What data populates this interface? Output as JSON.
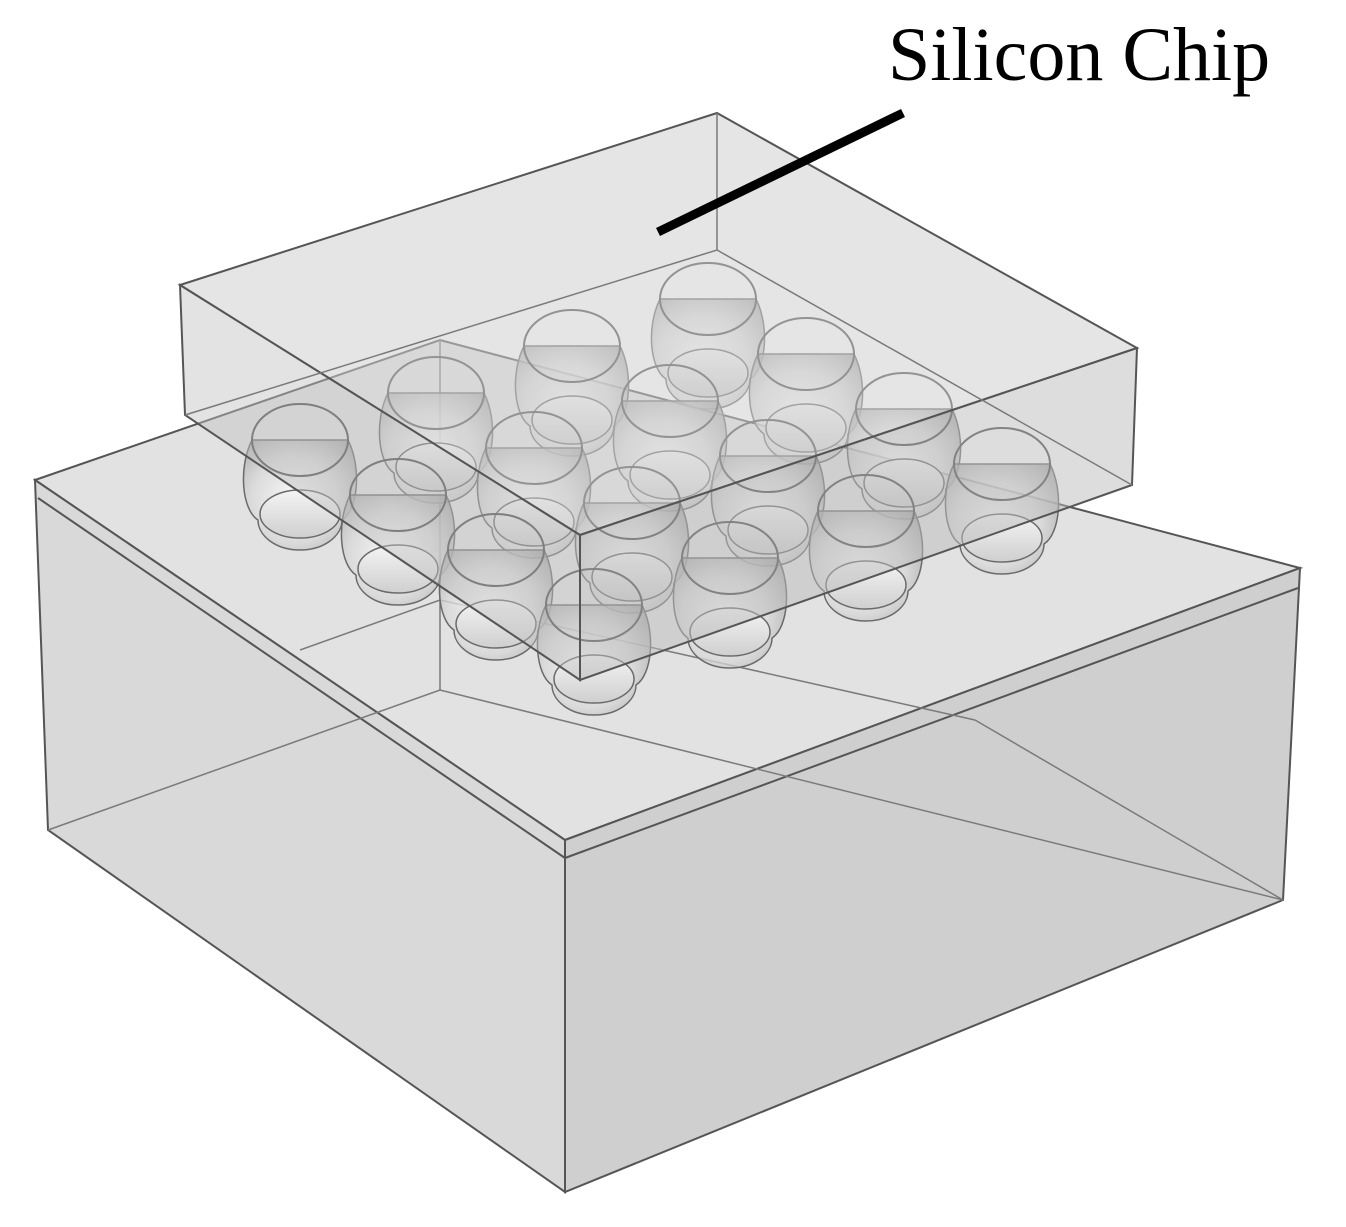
{
  "annotation": {
    "label": "Silicon Chip"
  },
  "colors": {
    "background": "#ffffff",
    "substrate_face": "#d6d6d6",
    "substrate_top": "#e4e4e4",
    "chip_face": "#c8c8c8",
    "edge": "#555555",
    "leader": "#000000"
  },
  "solder_grid": {
    "rows": 4,
    "cols": 4
  }
}
